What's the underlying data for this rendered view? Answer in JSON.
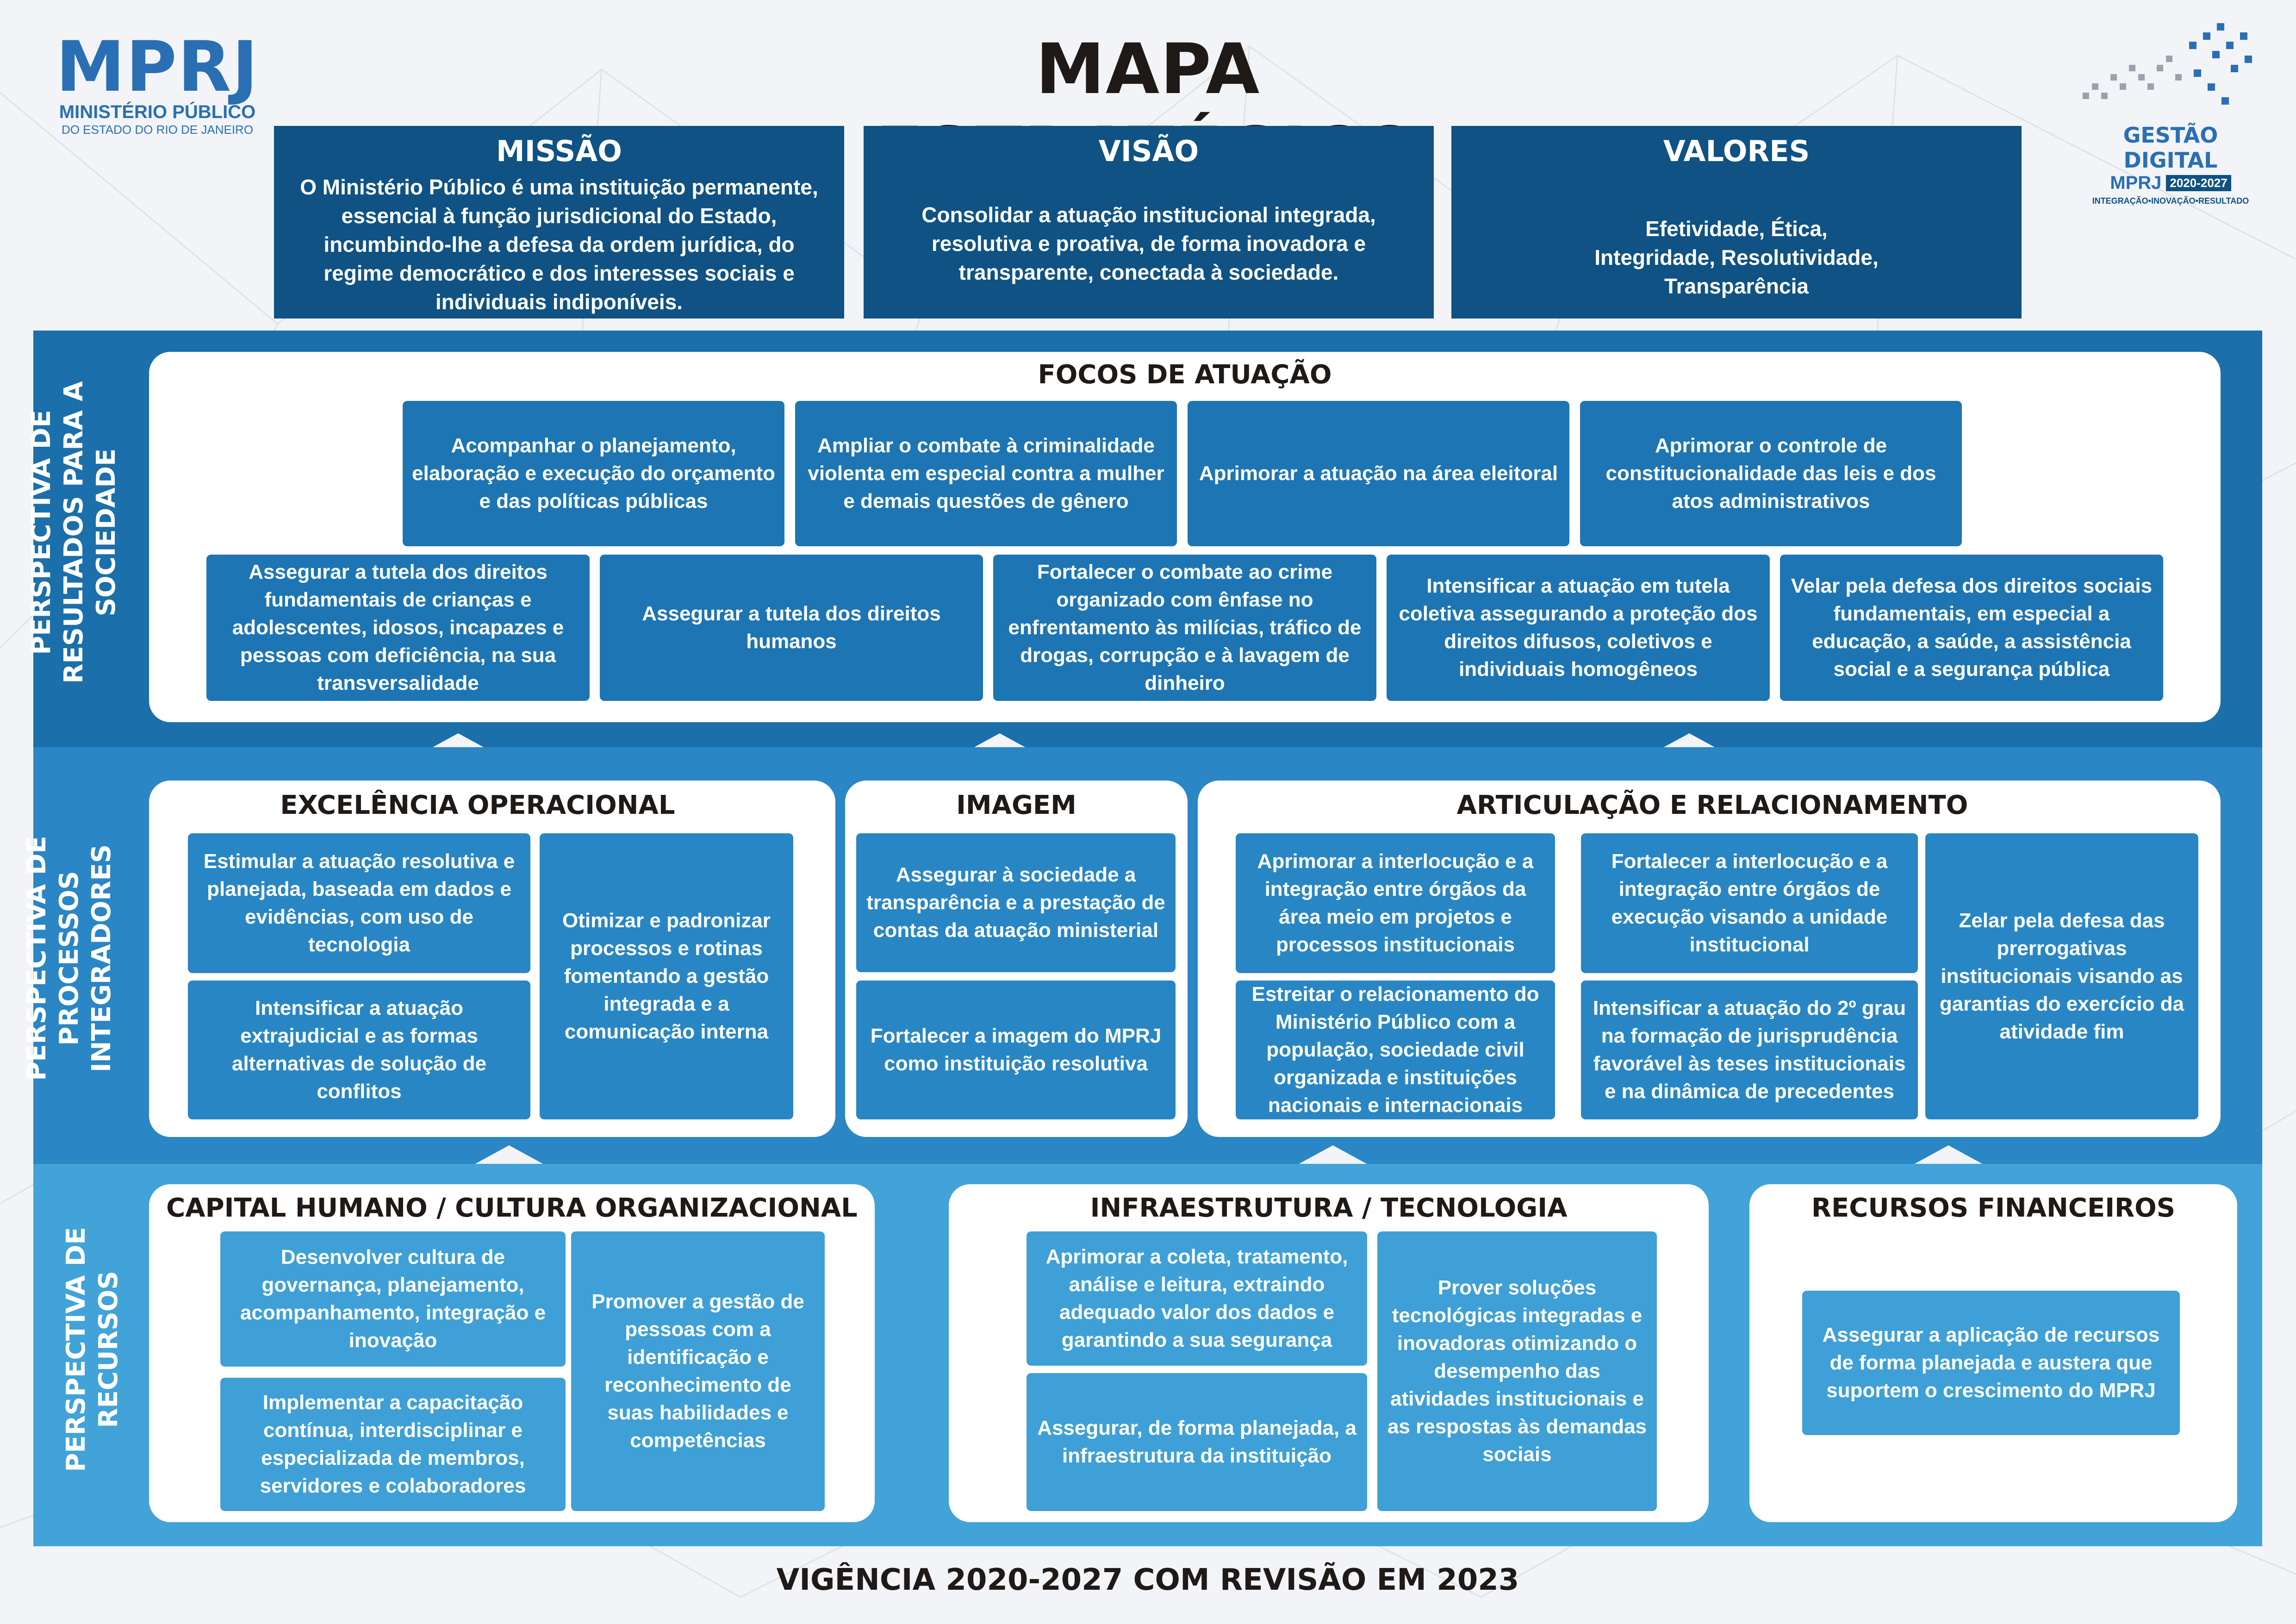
{
  "header": {
    "title": "MAPA ESTRATÉGICO",
    "logo_left": {
      "mark": "MPRJ",
      "line1": "MINISTÉRIO PÚBLICO",
      "line2": "DO ESTADO DO RIO DE JANEIRO"
    },
    "logo_right": {
      "line1": "GESTÃO DIGITAL",
      "mark": "MPRJ",
      "years": "2020-2027",
      "tagline": "INTEGRAÇÃO•INOVAÇÃO•RESULTADO"
    }
  },
  "top_boxes": [
    {
      "title": "MISSÃO",
      "text": "O Ministério Público é uma instituição permanente, essencial à função jurisdicional do Estado, incumbindo-lhe a defesa da ordem jurídica, do regime democrático e dos interesses sociais e individuais indiponíveis."
    },
    {
      "title": "VISÃO",
      "text": "Consolidar a atuação institucional integrada, resolutiva e proativa, de forma inovadora e transparente, conectada à sociedade."
    },
    {
      "title": "VALORES",
      "text": "Efetividade, Ética, Integridade, Resolutividade,  Transparência"
    }
  ],
  "perspectives": {
    "society": {
      "label": "PERSPECTIVA DE RESULTADOS PARA A SOCIEDADE",
      "heading": "FOCOS DE ATUAÇÃO",
      "row1": [
        "Acompanhar o planejamento, elaboração e execução do orçamento e das políticas públicas",
        "Ampliar o combate à criminalidade violenta em especial contra a mulher e demais questões de gênero",
        "Aprimorar a atuação na área eleitoral",
        "Aprimorar o controle de constitucionalidade das leis e dos atos administrativos"
      ],
      "row2": [
        "Assegurar a tutela dos direitos fundamentais de crianças e adolescentes, idosos, incapazes e pessoas com deficiência, na sua transversalidade",
        "Assegurar a tutela dos direitos humanos",
        "Fortalecer o combate ao crime organizado com ênfase no enfrentamento às milícias, tráfico de drogas, corrupção e à lavagem de dinheiro",
        "Intensificar a atuação em tutela coletiva assegurando a proteção dos direitos difusos, coletivos e individuais homogêneos",
        "Velar pela defesa dos direitos sociais fundamentais, em especial a educação, a saúde, a assistência social e a segurança pública"
      ]
    },
    "processes": {
      "label": "PERSPECTIVA DE PROCESSOS INTEGRADORES",
      "excelencia": {
        "heading": "EXCELÊNCIA OPERACIONAL",
        "items": [
          "Estimular a atuação resolutiva e planejada, baseada em dados e evidências, com uso de tecnologia",
          "Intensificar a atuação extrajudicial e as formas alternativas de solução de conflitos",
          "Otimizar e padronizar processos e rotinas fomentando a gestão integrada e a comunicação interna"
        ]
      },
      "imagem": {
        "heading": "IMAGEM",
        "items": [
          "Assegurar à sociedade a transparência e a prestação de contas da atuação ministerial",
          "Fortalecer a imagem do MPRJ como instituição resolutiva"
        ]
      },
      "articulacao": {
        "heading": "ARTICULAÇÃO E RELACIONAMENTO",
        "items": [
          "Aprimorar a interlocução e a integração entre órgãos da área meio em projetos e processos institucionais",
          "Estreitar o relacionamento do Ministério Público com a população, sociedade civil organizada e instituições nacionais e internacionais",
          "Fortalecer a interlocução e a integração entre órgãos de execução visando a unidade institucional",
          "Intensificar a atuação do 2º grau na formação de jurisprudência favorável às teses institucionais e na dinâmica de precedentes",
          "Zelar pela defesa das prerrogativas institucionais visando as garantias do exercício da atividade fim"
        ]
      }
    },
    "resources": {
      "label": "PERSPECTIVA DE RECURSOS",
      "capital": {
        "heading": "CAPITAL HUMANO / CULTURA ORGANIZACIONAL",
        "items": [
          "Desenvolver cultura de governança, planejamento, acompanhamento, integração e inovação",
          "Implementar a capacitação contínua, interdisciplinar e especializada de membros, servidores e colaboradores",
          "Promover a gestão de pessoas com a identificação e reconhecimento de suas habilidades e competências"
        ]
      },
      "infra": {
        "heading": "INFRAESTRUTURA / TECNOLOGIA",
        "items": [
          "Aprimorar a coleta, tratamento, análise e leitura, extraindo adequado valor dos dados e garantindo a sua segurança",
          "Assegurar, de forma planejada, a infraestrutura da instituição",
          "Prover soluções tecnológicas integradas e inovadoras otimizando o desempenho das atividades institucionais e as respostas às demandas sociais"
        ]
      },
      "financeiros": {
        "heading": "RECURSOS FINANCEIROS",
        "items": [
          "Assegurar a aplicação de recursos de forma planejada e austera que suportem o crescimento do MPRJ"
        ]
      }
    }
  },
  "footer": "VIGÊNCIA 2020-2027 COM REVISÃO EM 2023",
  "colors": {
    "navy": "#0f5283",
    "band_top": "#1b6faa",
    "band_mid": "#2a86c5",
    "band_bottom": "#41a3d8"
  }
}
